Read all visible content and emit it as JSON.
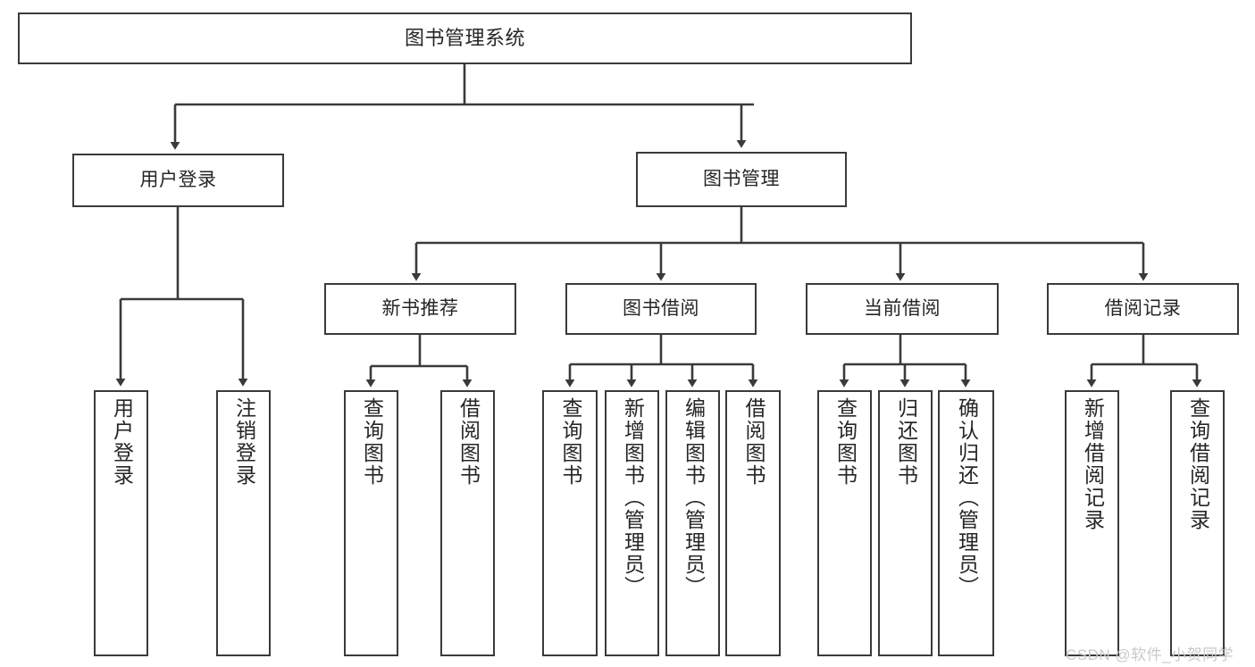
{
  "diagram": {
    "title": "图书管理系统",
    "type": "hierarchy-tree",
    "root": {
      "label": "图书管理系统"
    },
    "level2": [
      {
        "id": "user-login",
        "label": "用户登录"
      },
      {
        "id": "book-manage",
        "label": "图书管理"
      }
    ],
    "level3": [
      {
        "id": "new-book-recommend",
        "label": "新书推荐",
        "parent": "book-manage"
      },
      {
        "id": "book-borrow",
        "label": "图书借阅",
        "parent": "book-manage"
      },
      {
        "id": "current-borrow",
        "label": "当前借阅",
        "parent": "book-manage"
      },
      {
        "id": "borrow-record",
        "label": "借阅记录",
        "parent": "book-manage"
      }
    ],
    "leaves": [
      {
        "id": "leaf-user-login",
        "label": "用户登录",
        "parent": "user-login"
      },
      {
        "id": "leaf-user-logout",
        "label": "注销登录",
        "parent": "user-login"
      },
      {
        "id": "leaf-query-book-1",
        "label": "查询图书",
        "parent": "new-book-recommend"
      },
      {
        "id": "leaf-borrow-book-1",
        "label": "借阅图书",
        "parent": "new-book-recommend"
      },
      {
        "id": "leaf-query-book-2",
        "label": "查询图书",
        "parent": "book-borrow"
      },
      {
        "id": "leaf-add-book",
        "label": "新增图书（管理员）",
        "parent": "book-borrow"
      },
      {
        "id": "leaf-edit-book",
        "label": "编辑图书（管理员）",
        "parent": "book-borrow"
      },
      {
        "id": "leaf-borrow-book-2",
        "label": "借阅图书",
        "parent": "book-borrow"
      },
      {
        "id": "leaf-query-book-3",
        "label": "查询图书",
        "parent": "current-borrow"
      },
      {
        "id": "leaf-return-book",
        "label": "归还图书",
        "parent": "current-borrow"
      },
      {
        "id": "leaf-confirm-return",
        "label": "确认归还（管理员）",
        "parent": "current-borrow"
      },
      {
        "id": "leaf-add-record",
        "label": "新增借阅记录",
        "parent": "borrow-record"
      },
      {
        "id": "leaf-query-record",
        "label": "查询借阅记录",
        "parent": "borrow-record"
      }
    ],
    "watermark": "CSDN @软件_小贺同学",
    "colors": {
      "border": "#3a3a3a",
      "text": "#262626",
      "background": "#ffffff",
      "edge": "#3a3a3a",
      "watermark": "#c9c9c9"
    }
  }
}
